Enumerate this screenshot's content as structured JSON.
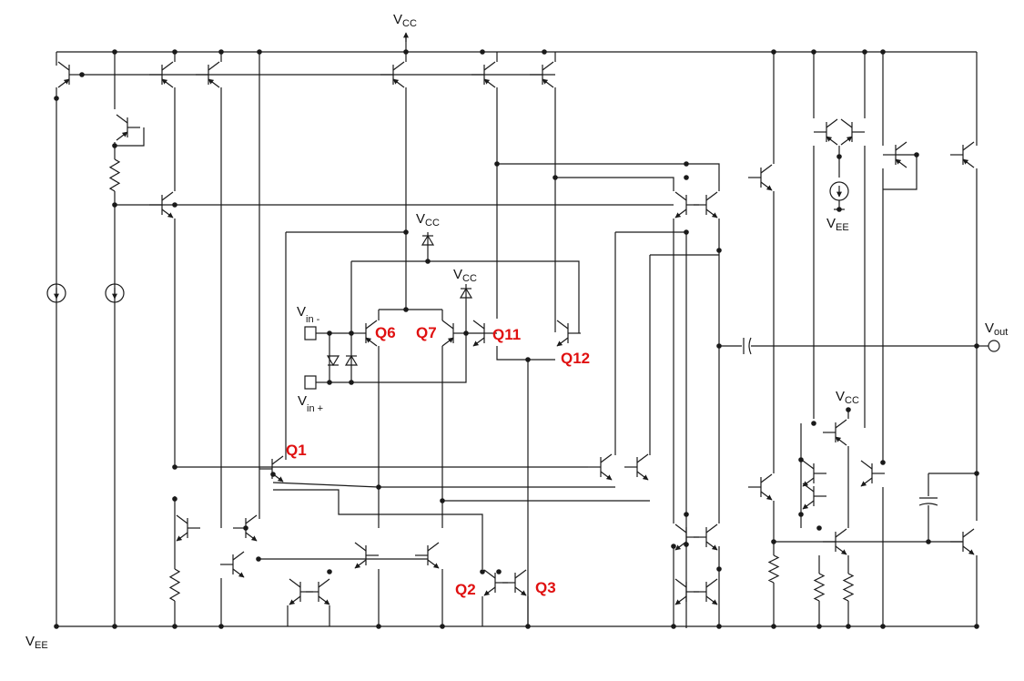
{
  "supply_labels": {
    "vcc_main": {
      "base": "V",
      "sub": "CC"
    },
    "vee_main": {
      "base": "V",
      "sub": "EE"
    },
    "vcc_diode_1": {
      "base": "V",
      "sub": "CC"
    },
    "vcc_diode_2": {
      "base": "V",
      "sub": "CC"
    },
    "vcc_output": {
      "base": "V",
      "sub": "CC"
    },
    "vee_bias": {
      "base": "V",
      "sub": "EE"
    }
  },
  "io_labels": {
    "vin_minus": {
      "base": "V",
      "sub": "in -"
    },
    "vin_plus": {
      "base": "V",
      "sub": "in +"
    },
    "vout": {
      "base": "V",
      "sub": "out"
    }
  },
  "transistor_labels": {
    "q1": "Q1",
    "q2": "Q2",
    "q3": "Q3",
    "q6": "Q6",
    "q7": "Q7",
    "q11": "Q11",
    "q12": "Q12"
  },
  "colors": {
    "wire": "#1a1a1a",
    "highlight": "#e01010",
    "background": "#ffffff"
  }
}
